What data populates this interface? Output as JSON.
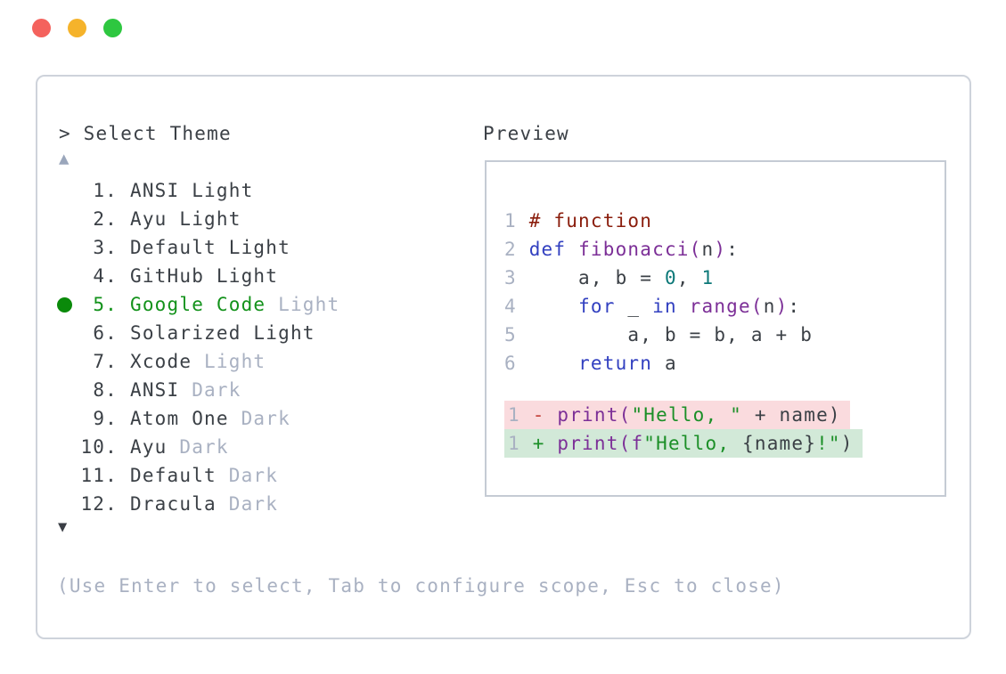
{
  "colors": {
    "text": "#3b4046",
    "muted": "#a9b1c2",
    "selected_green": "#13921b",
    "bullet_green": "#0a8a0a",
    "comment": "#8a1d0c",
    "keyword": "#3240c0",
    "function": "#7c2f97",
    "number": "#0c7878",
    "string": "#1b8f27",
    "diff_minus": "#c4443c",
    "diff_plus": "#1b8f27",
    "removed_bg": "#fadbde",
    "added_bg": "#d2e9d8",
    "panel_border": "#ced3db",
    "preview_border": "#c5cbd4",
    "up_arrow": "#9aa6bb",
    "down_arrow": "#3a3e45"
  },
  "window": {
    "traffic_lights": [
      {
        "name": "close",
        "color": "#f4625d"
      },
      {
        "name": "minimize",
        "color": "#f5b32b"
      },
      {
        "name": "zoom",
        "color": "#2ec740"
      }
    ]
  },
  "picker": {
    "prompt": "> Select Theme",
    "up_arrow": "▲",
    "down_arrow": "▼",
    "items": [
      {
        "number": "1.",
        "name": "ANSI",
        "variant": "Light",
        "variant_muted": false,
        "selected": false
      },
      {
        "number": "2.",
        "name": "Ayu",
        "variant": "Light",
        "variant_muted": false,
        "selected": false
      },
      {
        "number": "3.",
        "name": "Default",
        "variant": "Light",
        "variant_muted": false,
        "selected": false
      },
      {
        "number": "4.",
        "name": "GitHub",
        "variant": "Light",
        "variant_muted": false,
        "selected": false
      },
      {
        "number": "5.",
        "name": "Google Code",
        "variant": "Light",
        "variant_muted": true,
        "selected": true
      },
      {
        "number": "6.",
        "name": "Solarized",
        "variant": "Light",
        "variant_muted": false,
        "selected": false
      },
      {
        "number": "7.",
        "name": "Xcode",
        "variant": "Light",
        "variant_muted": true,
        "selected": false
      },
      {
        "number": "8.",
        "name": "ANSI",
        "variant": "Dark",
        "variant_muted": true,
        "selected": false
      },
      {
        "number": "9.",
        "name": "Atom One",
        "variant": "Dark",
        "variant_muted": true,
        "selected": false
      },
      {
        "number": "10.",
        "name": "Ayu",
        "variant": "Dark",
        "variant_muted": true,
        "selected": false
      },
      {
        "number": "11.",
        "name": "Default",
        "variant": "Dark",
        "variant_muted": true,
        "selected": false
      },
      {
        "number": "12.",
        "name": "Dracula",
        "variant": "Dark",
        "variant_muted": true,
        "selected": false
      }
    ],
    "help": "(Use Enter to select, Tab to configure scope, Esc to close)"
  },
  "preview": {
    "label": "Preview",
    "code_lines": [
      {
        "number": "1",
        "tokens": [
          {
            "text": "# function",
            "type": "comment"
          }
        ]
      },
      {
        "number": "2",
        "tokens": [
          {
            "text": "def",
            "type": "keyword"
          },
          {
            "text": " ",
            "type": "plain"
          },
          {
            "text": "fibonacci",
            "type": "function"
          },
          {
            "text": "(",
            "type": "function"
          },
          {
            "text": "n",
            "type": "plain"
          },
          {
            "text": ")",
            "type": "function"
          },
          {
            "text": ":",
            "type": "plain"
          }
        ]
      },
      {
        "number": "3",
        "tokens": [
          {
            "text": "    a, b = ",
            "type": "plain"
          },
          {
            "text": "0",
            "type": "number"
          },
          {
            "text": ", ",
            "type": "plain"
          },
          {
            "text": "1",
            "type": "number"
          }
        ]
      },
      {
        "number": "4",
        "tokens": [
          {
            "text": "    ",
            "type": "plain"
          },
          {
            "text": "for",
            "type": "keyword"
          },
          {
            "text": " _ ",
            "type": "plain"
          },
          {
            "text": "in",
            "type": "keyword"
          },
          {
            "text": " ",
            "type": "plain"
          },
          {
            "text": "range",
            "type": "function"
          },
          {
            "text": "(",
            "type": "function"
          },
          {
            "text": "n",
            "type": "plain"
          },
          {
            "text": ")",
            "type": "function"
          },
          {
            "text": ":",
            "type": "plain"
          }
        ]
      },
      {
        "number": "5",
        "tokens": [
          {
            "text": "        a, b = b, a + b",
            "type": "plain"
          }
        ]
      },
      {
        "number": "6",
        "tokens": [
          {
            "text": "    ",
            "type": "plain"
          },
          {
            "text": "return",
            "type": "keyword"
          },
          {
            "text": " a",
            "type": "plain"
          }
        ]
      }
    ],
    "diff_lines": [
      {
        "number": "1",
        "sign": "-",
        "kind": "removed",
        "tokens": [
          {
            "text": "print",
            "type": "function"
          },
          {
            "text": "(",
            "type": "function"
          },
          {
            "text": "\"Hello, \"",
            "type": "string"
          },
          {
            "text": " + name)",
            "type": "plain"
          }
        ]
      },
      {
        "number": "1",
        "sign": "+",
        "kind": "added",
        "tokens": [
          {
            "text": "print",
            "type": "function"
          },
          {
            "text": "(",
            "type": "function"
          },
          {
            "text": "f",
            "type": "function"
          },
          {
            "text": "\"Hello, ",
            "type": "string"
          },
          {
            "text": "{name}",
            "type": "plain"
          },
          {
            "text": "!\"",
            "type": "string"
          },
          {
            "text": ")",
            "type": "plain"
          }
        ]
      }
    ]
  }
}
